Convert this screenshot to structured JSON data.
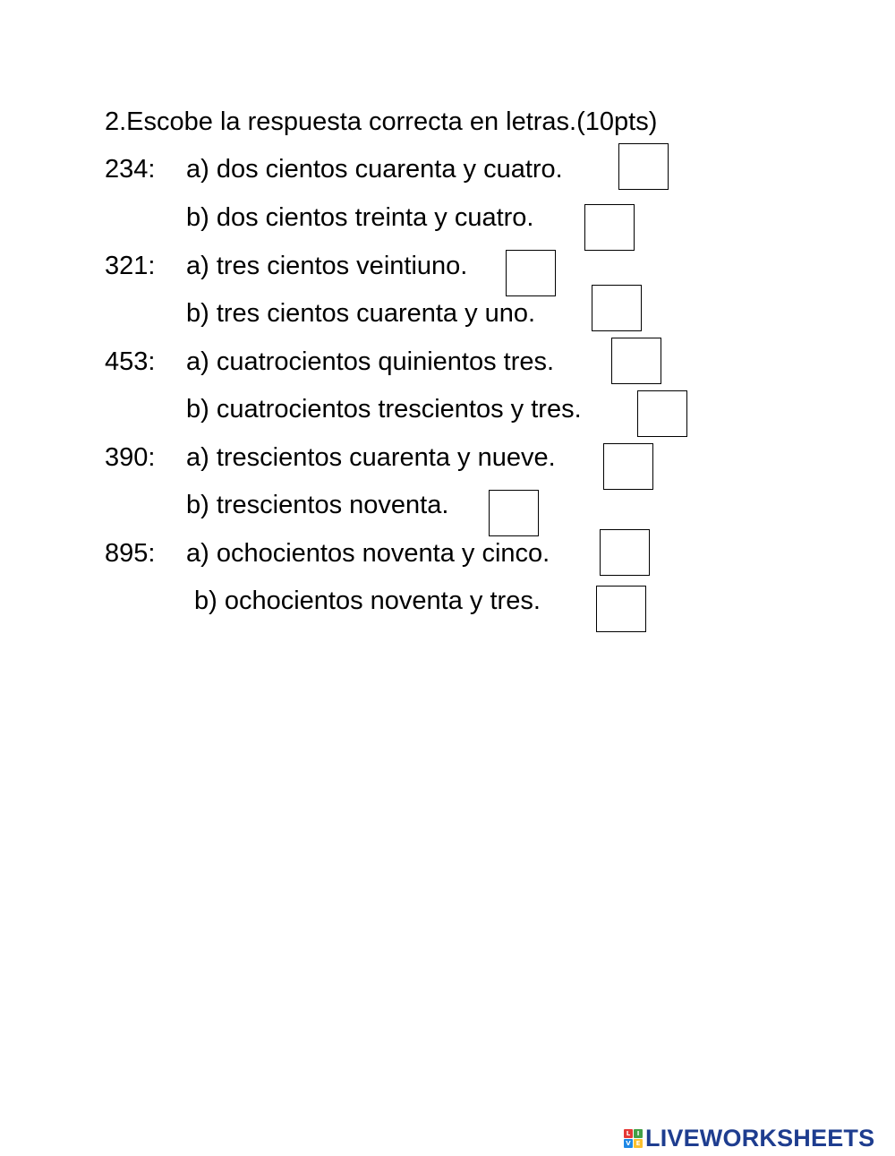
{
  "worksheet": {
    "title": "2.Escobe la respuesta correcta en letras.(10pts)",
    "questions": [
      {
        "number": "234:",
        "options": [
          {
            "text": "a) dos cientos cuarenta y cuatro."
          },
          {
            "text": "b) dos cientos treinta y cuatro."
          }
        ]
      },
      {
        "number": "321:",
        "options": [
          {
            "text": "a) tres cientos veintiuno."
          },
          {
            "text": "b) tres cientos cuarenta y uno."
          }
        ]
      },
      {
        "number": "453:",
        "options": [
          {
            "text": "a) cuatrocientos quinientos tres."
          },
          {
            "text": "b) cuatrocientos trescientos y tres."
          }
        ]
      },
      {
        "number": "390:",
        "options": [
          {
            "text": "a) trescientos cuarenta y nueve."
          },
          {
            "text": "b) trescientos noventa."
          }
        ]
      },
      {
        "number": "895:",
        "options": [
          {
            "text": "a) ochocientos noventa y cinco."
          },
          {
            "text": "b) ochocientos noventa y tres."
          }
        ]
      }
    ]
  },
  "footer": {
    "brand": "LIVEWORKSHEETS",
    "logo_icon": "liveworksheets-logo-icon",
    "logo_letters": [
      "L",
      "I",
      "V",
      "E"
    ],
    "logo_colors": [
      "#e53935",
      "#43a047",
      "#1e88e5",
      "#fbc02d"
    ],
    "brand_color": "#1e3d8f"
  }
}
